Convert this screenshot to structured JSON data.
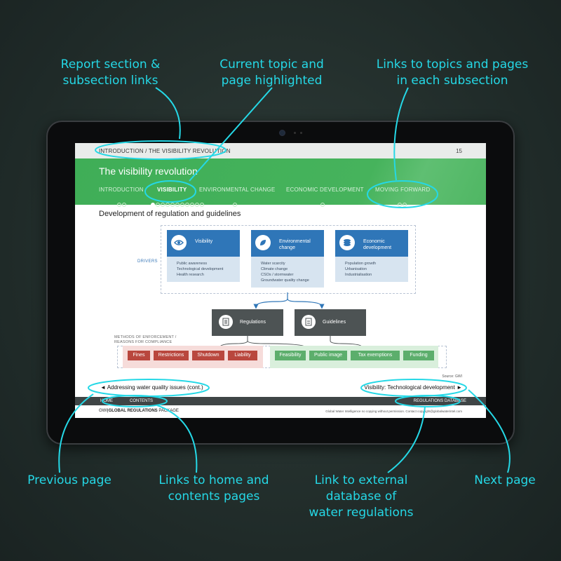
{
  "callouts": {
    "report_links": [
      "Report section &",
      "subsection links"
    ],
    "current_topic": [
      "Current topic and",
      "page highlighted"
    ],
    "topic_links": [
      "Links to topics and pages",
      "in each subsection"
    ],
    "previous_page": [
      "Previous page"
    ],
    "home_contents": [
      "Links to home and",
      "contents pages"
    ],
    "external_db": [
      "Link to external",
      "database of",
      "water regulations"
    ],
    "next_page": [
      "Next page"
    ]
  },
  "colors": {
    "callout": "#25d8e6",
    "green": "#46b35c",
    "blue": "#2f76b8",
    "dark": "#4d5354",
    "red": "#b9473e",
    "tag_green": "#5cae6c"
  },
  "page": {
    "breadcrumb": "INTRODUCTION / THE VISIBILITY REVOLUTION",
    "page_number": "15",
    "title": "The visibility revolution",
    "nav": [
      {
        "label": "INTRODUCTION",
        "dots": 2,
        "active": false
      },
      {
        "label": "VISIBILITY",
        "dots": 11,
        "active": true
      },
      {
        "label": "ENVIRONMENTAL CHANGE",
        "dots": 1,
        "active": false
      },
      {
        "label": "ECONOMIC DEVELOPMENT",
        "dots": 1,
        "active": false
      },
      {
        "label": "MOVING FORWARD",
        "dots": 2,
        "active": false
      }
    ],
    "subtitle": "Development of regulation and guidelines",
    "drivers_label": "DRIVERS",
    "drivers": [
      {
        "title": "Visibility",
        "icon": "eye-icon",
        "items": [
          "Public awareness",
          "Technological development",
          "Health research"
        ]
      },
      {
        "title": "Environmental change",
        "icon": "leaf-icon",
        "items": [
          "Water scarcity",
          "Climate change",
          "CSOs / stormwater",
          "Groundwater quality change"
        ]
      },
      {
        "title": "Economic development",
        "icon": "coins-icon",
        "items": [
          "Population growth",
          "Urbanisation",
          "Industrialisation"
        ]
      }
    ],
    "outputs": [
      {
        "title": "Regulations",
        "icon": "document-icon"
      },
      {
        "title": "Guidelines",
        "icon": "guide-icon"
      }
    ],
    "methods_label": [
      "METHODS OF ENFORCEMENT /",
      "REASONS FOR COMPLIANCE"
    ],
    "red_tags": [
      "Fines",
      "Restrictions",
      "Shutdown",
      "Liability"
    ],
    "green_tags": [
      "Feasibility",
      "Public image",
      "Tax exemptions",
      "Funding"
    ],
    "source": "Source: GWI",
    "prev_link": "◄  Addressing water quality issues (cont.)",
    "next_link": "Visibility: Technological development  ►",
    "home": "HOME",
    "contents": "CONTENTS",
    "database": "REGULATIONS DATABASE",
    "brand_prefix": "GWI",
    "brand_main": "GLOBAL REGULATIONS",
    "brand_suffix": " PACKAGE",
    "copyright": "Global Water Intelligence no copying without permission. Contact copyright@globalwaterintel.com"
  }
}
